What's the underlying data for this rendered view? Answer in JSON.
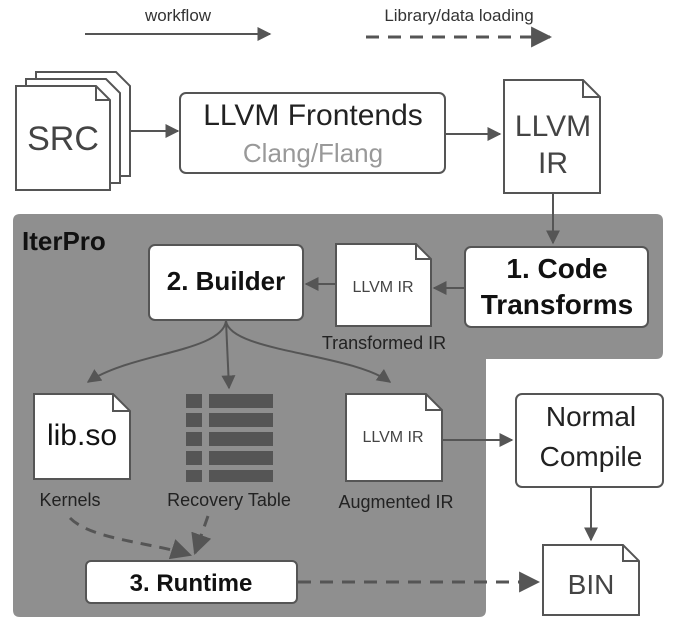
{
  "legend": {
    "workflow_label": "workflow",
    "data_loading_label": "Library/data loading"
  },
  "nodes": {
    "src": "SRC",
    "frontends_title": "LLVM Frontends",
    "frontends_sub": "Clang/Flang",
    "llvm_ir_top_1": "LLVM",
    "llvm_ir_top_2": "IR",
    "iterpro": "IterPro",
    "code_transforms_1": "1. Code",
    "code_transforms_2": "Transforms",
    "builder": "2. Builder",
    "transformed_ir_doc": "LLVM IR",
    "transformed_ir_caption": "Transformed IR",
    "libso": "lib.so",
    "kernels_caption": "Kernels",
    "recovery_caption": "Recovery Table",
    "augmented_ir_doc": "LLVM IR",
    "augmented_ir_caption": "Augmented IR",
    "normal_compile_1": "Normal",
    "normal_compile_2": "Compile",
    "runtime": "3. Runtime",
    "bin": "BIN"
  },
  "colors": {
    "stroke": "#555555",
    "iterpro_panel": "#8f8f8f",
    "text": "#111111",
    "text_light": "#444444",
    "subtext": "#999999"
  }
}
